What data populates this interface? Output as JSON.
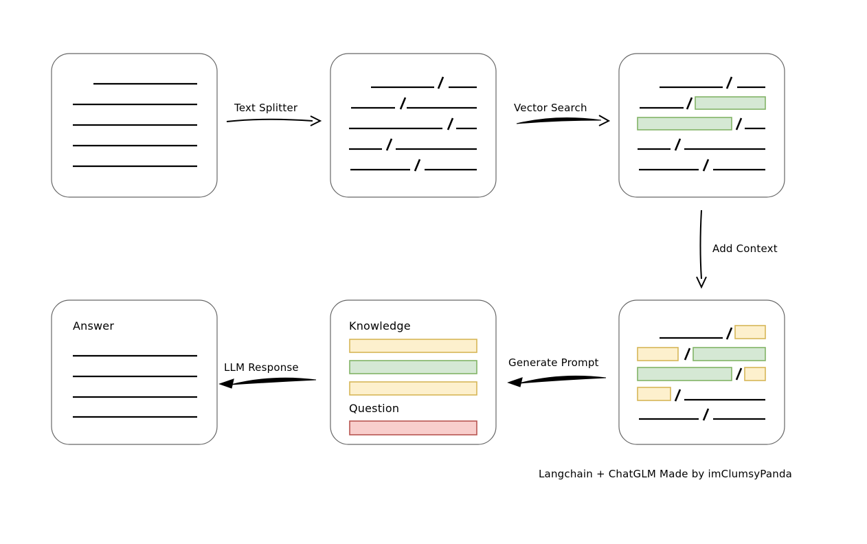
{
  "diagram": {
    "title_caption": "Langchain + ChatGLM Made by imClumsyPanda",
    "palette": {
      "highlight_yellow_fill": "#fdf0cd",
      "highlight_yellow_stroke": "#d6b656",
      "highlight_green_fill": "#d5e8d4",
      "highlight_green_stroke": "#82b366",
      "highlight_red_fill": "#f8cecc",
      "highlight_red_stroke": "#b85450",
      "card_stroke": "#666666",
      "line_stroke": "#000000",
      "background": "#ffffff"
    },
    "edges": [
      {
        "id": "text-splitter",
        "label": "Text Splitter",
        "direction": "right"
      },
      {
        "id": "vector-search",
        "label": "Vector Search",
        "direction": "right"
      },
      {
        "id": "add-context",
        "label": "Add Context",
        "direction": "down"
      },
      {
        "id": "generate-prompt",
        "label": "Generate Prompt",
        "direction": "left"
      },
      {
        "id": "llm-response",
        "label": "LLM Response",
        "direction": "left"
      }
    ],
    "cards": [
      {
        "id": "source-document",
        "heading": "",
        "rows": [
          {
            "segments": [
              {
                "type": "line",
                "kind": "plain"
              }
            ]
          },
          {
            "segments": [
              {
                "type": "line",
                "kind": "plain"
              }
            ]
          },
          {
            "segments": [
              {
                "type": "line",
                "kind": "plain"
              }
            ]
          },
          {
            "segments": [
              {
                "type": "line",
                "kind": "plain"
              }
            ]
          },
          {
            "segments": [
              {
                "type": "line",
                "kind": "plain"
              }
            ]
          }
        ]
      },
      {
        "id": "split-chunks",
        "heading": "",
        "rows": [
          {
            "segments": [
              {
                "type": "line"
              },
              {
                "type": "slash"
              },
              {
                "type": "line"
              }
            ]
          },
          {
            "segments": [
              {
                "type": "line"
              },
              {
                "type": "slash"
              },
              {
                "type": "line"
              }
            ]
          },
          {
            "segments": [
              {
                "type": "line"
              },
              {
                "type": "slash"
              },
              {
                "type": "line"
              }
            ]
          },
          {
            "segments": [
              {
                "type": "line"
              },
              {
                "type": "slash"
              },
              {
                "type": "line"
              }
            ]
          },
          {
            "segments": [
              {
                "type": "line"
              },
              {
                "type": "slash"
              },
              {
                "type": "line"
              }
            ]
          }
        ]
      },
      {
        "id": "matched-chunks",
        "heading": "",
        "rows": [
          {
            "segments": [
              {
                "type": "line"
              },
              {
                "type": "slash"
              },
              {
                "type": "line"
              }
            ]
          },
          {
            "segments": [
              {
                "type": "line"
              },
              {
                "type": "slash"
              },
              {
                "type": "bar",
                "color": "green"
              }
            ]
          },
          {
            "segments": [
              {
                "type": "bar",
                "color": "green"
              },
              {
                "type": "slash"
              },
              {
                "type": "line"
              }
            ]
          },
          {
            "segments": [
              {
                "type": "line"
              },
              {
                "type": "slash"
              },
              {
                "type": "line"
              }
            ]
          },
          {
            "segments": [
              {
                "type": "line"
              },
              {
                "type": "slash"
              },
              {
                "type": "line"
              }
            ]
          }
        ]
      },
      {
        "id": "context-chunks",
        "heading": "",
        "rows": [
          {
            "segments": [
              {
                "type": "line"
              },
              {
                "type": "slash"
              },
              {
                "type": "bar",
                "color": "yellow"
              }
            ]
          },
          {
            "segments": [
              {
                "type": "bar",
                "color": "yellow"
              },
              {
                "type": "slash"
              },
              {
                "type": "bar",
                "color": "green"
              }
            ]
          },
          {
            "segments": [
              {
                "type": "bar",
                "color": "green"
              },
              {
                "type": "slash"
              },
              {
                "type": "bar",
                "color": "yellow"
              }
            ]
          },
          {
            "segments": [
              {
                "type": "bar",
                "color": "yellow"
              },
              {
                "type": "slash"
              },
              {
                "type": "line"
              }
            ]
          },
          {
            "segments": [
              {
                "type": "line"
              },
              {
                "type": "slash"
              },
              {
                "type": "line"
              }
            ]
          }
        ]
      },
      {
        "id": "prompt",
        "heading_knowledge": "Knowledge",
        "heading_question": "Question",
        "knowledge_bars": [
          "yellow",
          "green",
          "yellow"
        ],
        "question_bars": [
          "red"
        ]
      },
      {
        "id": "answer",
        "heading": "Answer",
        "rows": [
          {
            "segments": [
              {
                "type": "line",
                "kind": "plain"
              }
            ]
          },
          {
            "segments": [
              {
                "type": "line",
                "kind": "plain"
              }
            ]
          },
          {
            "segments": [
              {
                "type": "line",
                "kind": "plain"
              }
            ]
          },
          {
            "segments": [
              {
                "type": "line",
                "kind": "plain"
              }
            ]
          }
        ]
      }
    ]
  }
}
